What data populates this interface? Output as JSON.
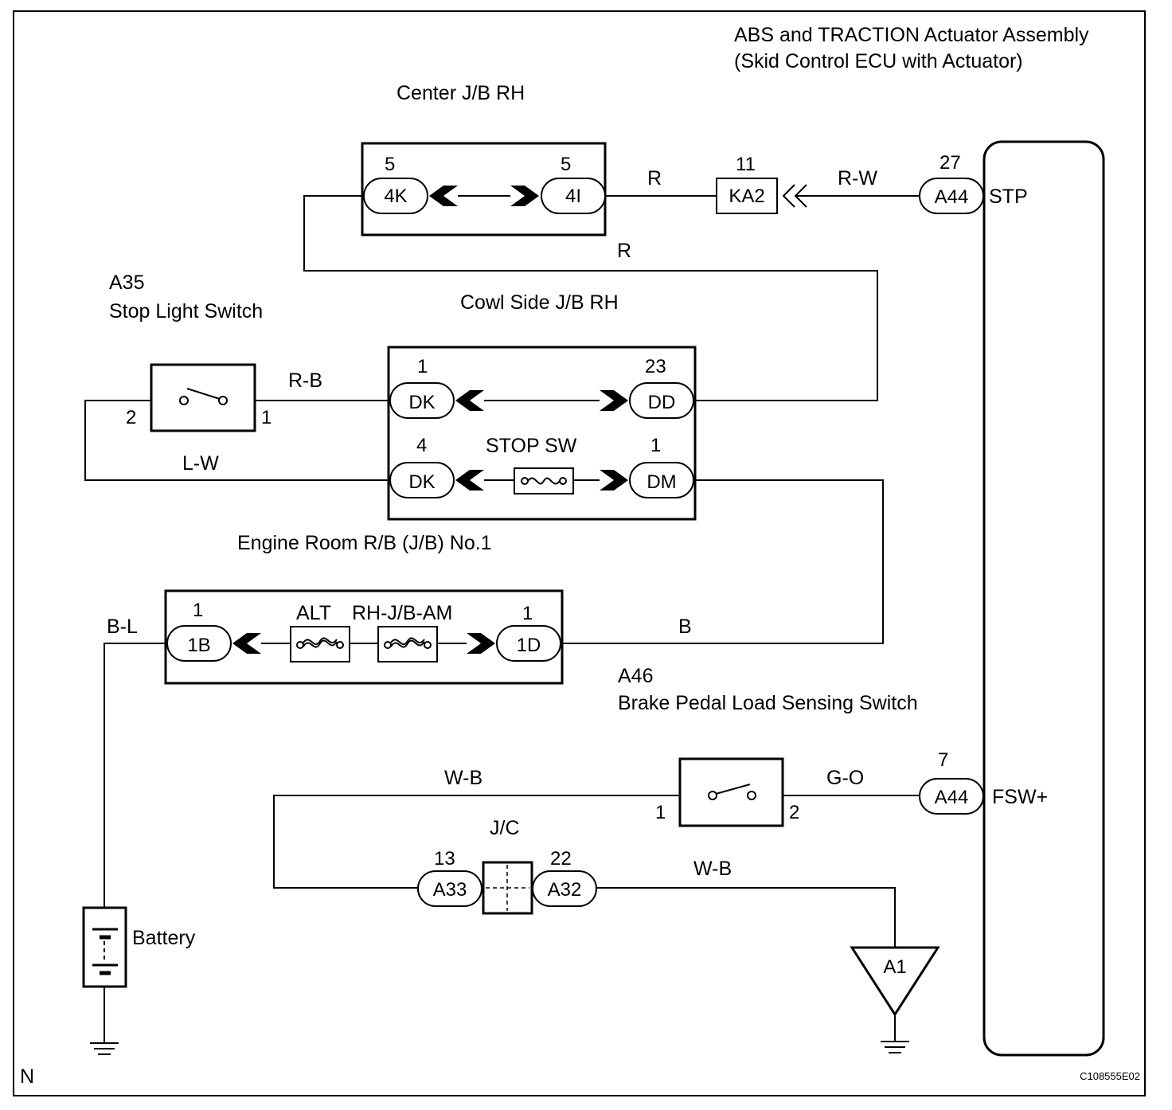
{
  "ecu": {
    "title": "ABS and TRACTION Actuator Assembly",
    "subtitle": "(Skid Control ECU with Actuator)"
  },
  "center_jb": {
    "label": "Center J/B RH",
    "pin_left_num": "5",
    "pin_left": "4K",
    "pin_right_num": "5",
    "pin_right": "4I"
  },
  "ka2": {
    "num": "11",
    "label": "KA2"
  },
  "stp": {
    "num": "27",
    "connector": "A44",
    "signal": "STP"
  },
  "wires": {
    "r_top": "R",
    "r_w": "R-W",
    "r_mid": "R",
    "r_b": "R-B",
    "l_w": "L-W",
    "b_l": "B-L",
    "b": "B",
    "w_b_top": "W-B",
    "g_o": "G-O",
    "w_b_bottom": "W-B"
  },
  "stop_switch": {
    "id": "A35",
    "name": "Stop Light Switch",
    "pin_left": "2",
    "pin_right": "1"
  },
  "cowl_jb": {
    "label": "Cowl Side J/B RH",
    "dk1_num": "1",
    "dk1": "DK",
    "dd_num": "23",
    "dd": "DD",
    "dk2_num": "4",
    "dk2": "DK",
    "dm_num": "1",
    "dm": "DM",
    "fuse": "STOP SW"
  },
  "engine_rb": {
    "label": "Engine Room R/B (J/B) No.1",
    "b1_num": "1",
    "b1": "1B",
    "d1_num": "1",
    "d1": "1D",
    "fuse1": "ALT",
    "fuse2": "RH-J/B-AM"
  },
  "load_switch": {
    "id": "A46",
    "name": "Brake Pedal Load Sensing Switch",
    "pin_left": "1",
    "pin_right": "2"
  },
  "fsw": {
    "num": "7",
    "connector": "A44",
    "signal": "FSW+"
  },
  "jc": {
    "label": "J/C",
    "left_num": "13",
    "left": "A33",
    "right_num": "22",
    "right": "A32"
  },
  "ground_a1": "A1",
  "battery": "Battery",
  "corner_n": "N",
  "figure_code": "C108555E02"
}
